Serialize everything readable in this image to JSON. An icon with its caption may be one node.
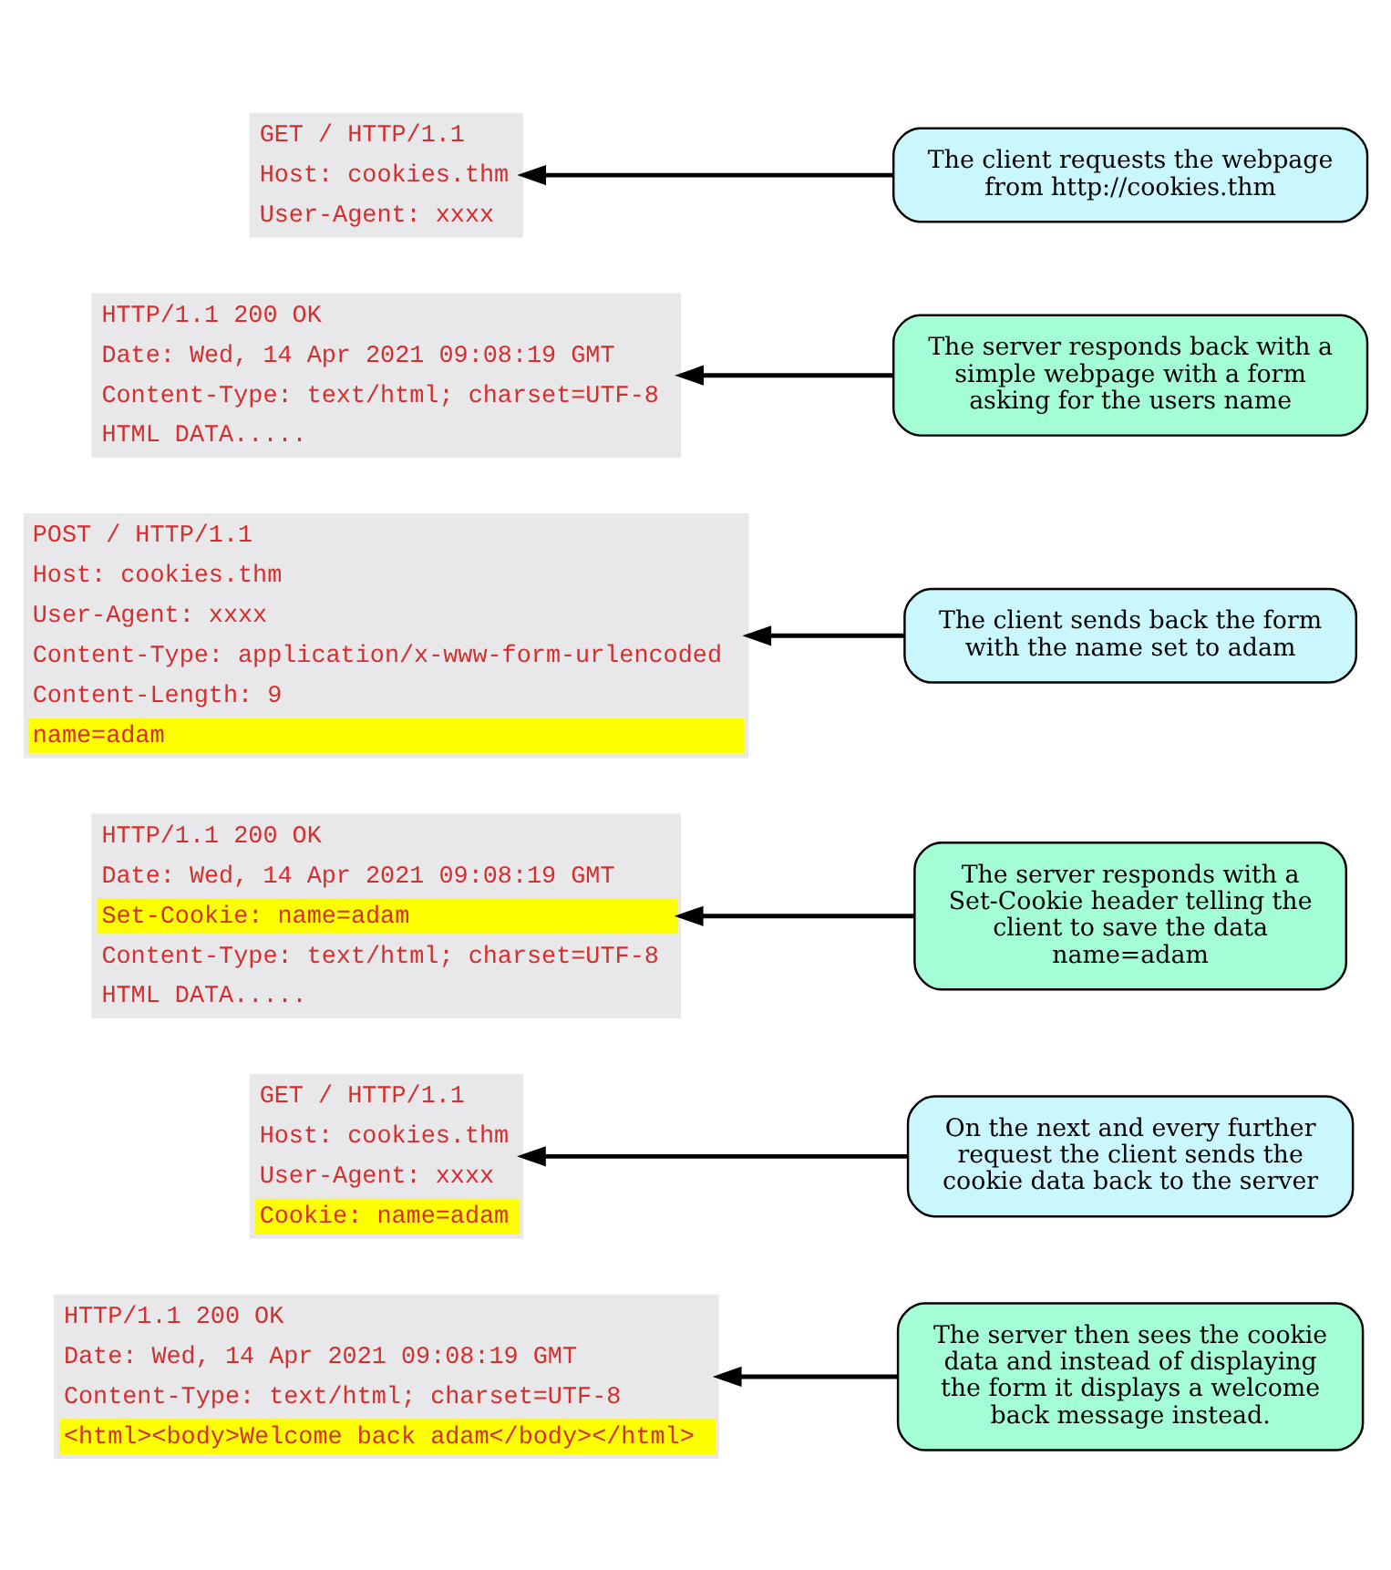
{
  "diagram": {
    "nodes": [
      {
        "text": [
          "GET / HTTP/1.1",
          "Host: cookies.thm",
          "User-Agent: xxxx"
        ]
      },
      {
        "text": [
          "The client requests the webpage from http://cookies.thm"
        ]
      },
      {
        "text": [
          "HTTP/1.1 200 OK",
          "Date: Wed, 14 Apr 2021 09:08:19 GMT",
          "Content-Type: text/html; charset=UTF-8",
          "HTML DATA....."
        ]
      },
      {
        "text": [
          "The server responds back with a simple webpage with a form asking for the users name"
        ]
      },
      {
        "text": [
          "POST / HTTP/1.1",
          "Host: cookies.thm",
          "User-Agent: xxxx",
          "Content-Type: application/x-www-form-urlencoded",
          "Content-Length: 9",
          "name=adam"
        ]
      },
      {
        "text": [
          "The client sends back the form with the name set to adam"
        ]
      },
      {
        "text": [
          "HTTP/1.1 200 OK",
          "Date: Wed, 14 Apr 2021 09:08:19 GMT",
          "Set-Cookie: name=adam",
          "Content-Type: text/html; charset=UTF-8",
          "HTML DATA....."
        ]
      },
      {
        "text": [
          "The server responds with a Set-Cookie header telling the client to save the data name=adam"
        ]
      },
      {
        "text": [
          "GET / HTTP/1.1",
          "Host: cookies.thm",
          "User-Agent: xxxx",
          "Cookie: name=adam"
        ]
      },
      {
        "text": [
          "On the next and every further request the client sends the cookie data back to the server"
        ]
      },
      {
        "text": [
          "HTTP/1.1 200 OK",
          "Date: Wed, 14 Apr 2021 09:08:19 GMT",
          "Content-Type: text/html; charset=UTF-8",
          "<html><body>Welcome back adam</body></html>"
        ]
      },
      {
        "text": [
          "The server then sees the cookie data and instead of displaying the form it displays a welcome back message instead."
        ]
      }
    ],
    "edges": [
      {
        "from": 1,
        "to": 0,
        "arrow": "to"
      },
      {
        "from": 3,
        "to": 2,
        "arrow": "to"
      },
      {
        "from": 5,
        "to": 4,
        "arrow": "to"
      },
      {
        "from": 7,
        "to": 6,
        "arrow": "to"
      },
      {
        "from": 9,
        "to": 8,
        "arrow": "to"
      },
      {
        "from": 11,
        "to": 10,
        "arrow": "to"
      }
    ]
  }
}
